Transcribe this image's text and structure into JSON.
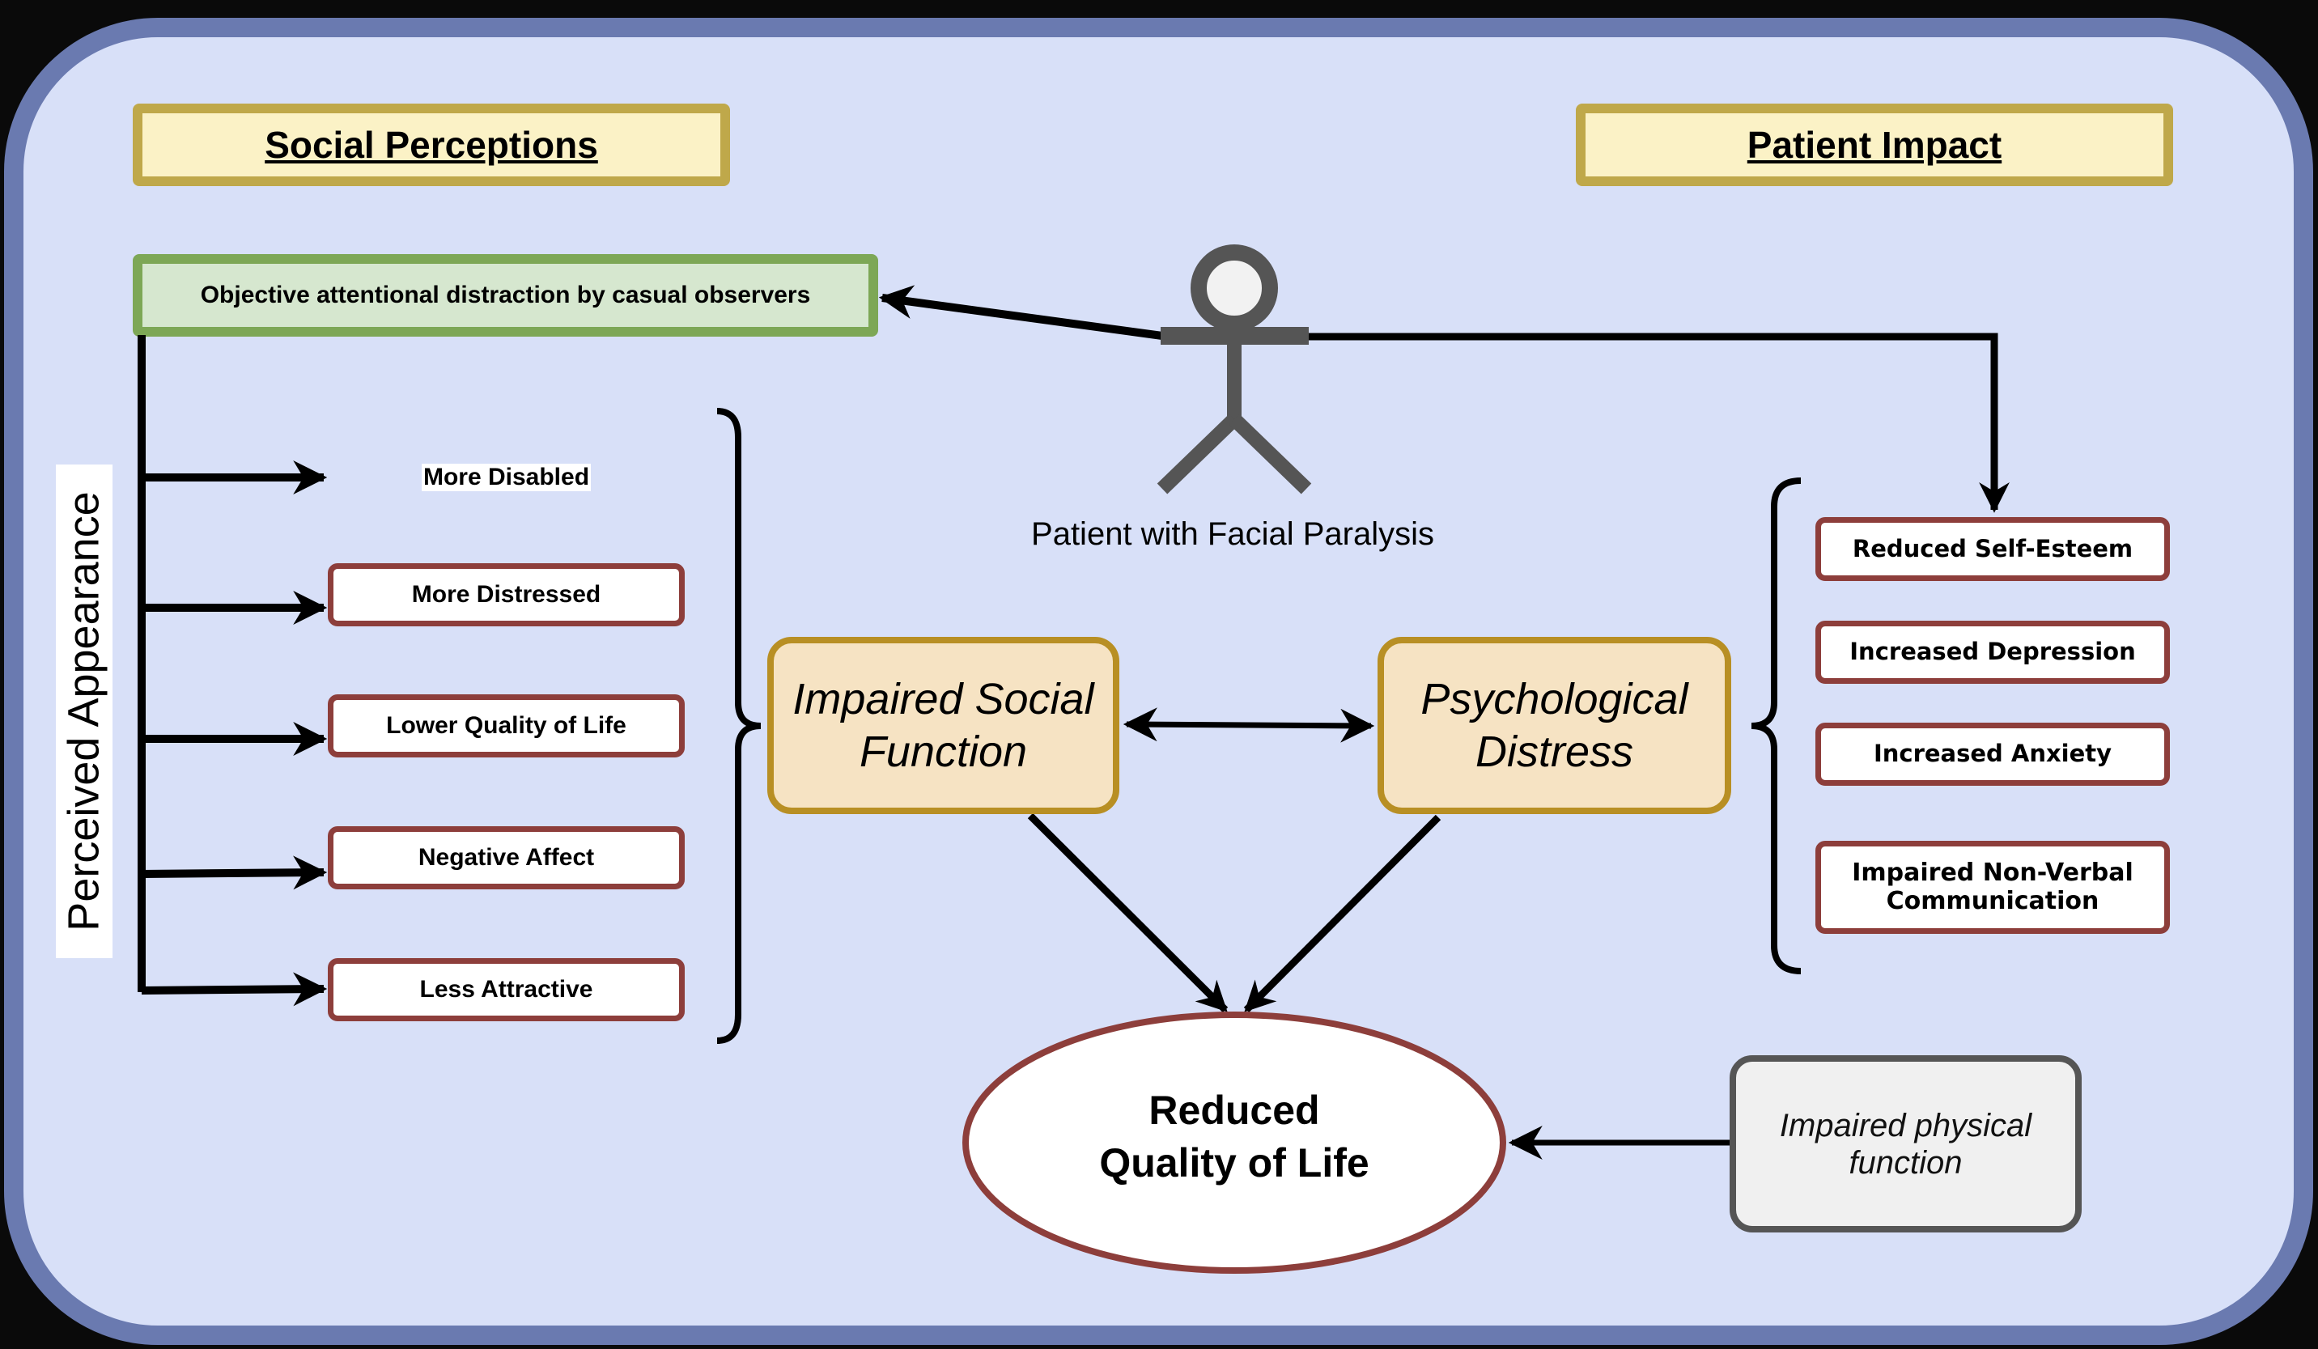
{
  "diagram": {
    "sections": {
      "left_heading": "Social Perceptions",
      "right_heading": "Patient Impact"
    },
    "observer_box": "Objective attentional distraction by casual observers",
    "actor": {
      "icon": "stick-figure-icon",
      "label": "Patient with Facial Paralysis"
    },
    "perceived_appearance_label": "Perceived Appearance",
    "social_perception_items": [
      "More Disabled",
      "More Distressed",
      "Lower Quality of Life",
      "Negative Affect",
      "Less Attractive"
    ],
    "central_nodes": {
      "social": [
        "Impaired Social",
        "Function"
      ],
      "psych": [
        "Psychological",
        "Distress"
      ]
    },
    "patient_impact_items": [
      "Reduced Self-Esteem",
      "Increased Depression",
      "Increased Anxiety",
      [
        "Impaired Non-Verbal",
        "Communication"
      ]
    ],
    "outcome": [
      "Reduced",
      "Quality of Life"
    ],
    "physical_box": [
      "Impaired physical",
      "function"
    ],
    "colors": {
      "frame_border": "#6a7ab0",
      "frame_fill": "#d8e0f8",
      "heading_border": "#bfa84a",
      "heading_fill": "#fbf2c6",
      "observer_border": "#7da756",
      "observer_fill": "#d6e7cf",
      "item_border": "#8d3e3b",
      "central_border": "#b88f24",
      "central_fill": "#f6e3c3",
      "figure": "#555555"
    }
  }
}
